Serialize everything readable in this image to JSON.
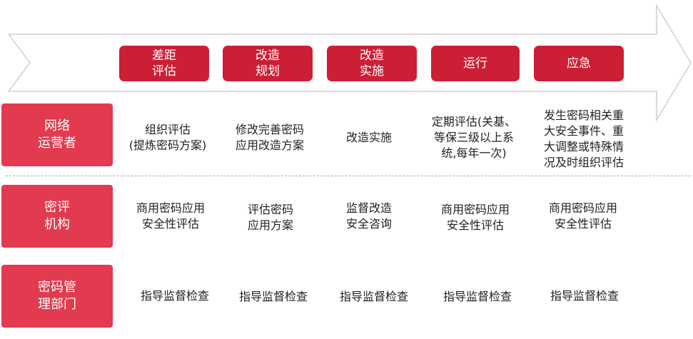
{
  "phases": [
    "差距\n评估",
    "改造\n规划",
    "改造\n实施",
    "运行",
    "应急"
  ],
  "roles": [
    {
      "label": "网络\n运营者",
      "cells": [
        "组织评估\n(提炼密码方案)",
        "修改完善密码\n应用改造方案",
        "改造实施",
        "定期评估(关基、\n等保三级以上系\n统,每年一次)",
        "发生密码相关重\n大安全事件、重\n大调整或特殊情\n况及时组织评估"
      ]
    },
    {
      "label": "密评\n机构",
      "cells": [
        "商用密码应用\n安全性评估",
        "评估密码\n应用方案",
        "监督改造\n安全咨询",
        "商用密码应用\n安全性评估",
        "商用密码应用\n安全性评估"
      ]
    },
    {
      "label": "密码管\n理部门",
      "cells": [
        "指导监督检查",
        "指导监督检查",
        "指导监督检查",
        "指导监督检查",
        "指导监督检查"
      ]
    }
  ],
  "colors": {
    "phase_fill": "#cc1f35",
    "role_fill": "#e23a4e",
    "arrow_stroke": "#cfcfcf",
    "divider": "#a8a8a8"
  }
}
